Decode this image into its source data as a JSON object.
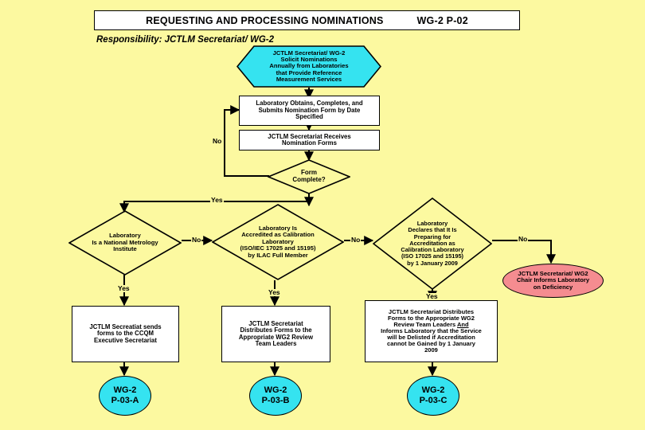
{
  "header": {
    "title": "REQUESTING AND PROCESSING NOMINATIONS",
    "code": "WG-2 P-02",
    "responsibility": "Responsibility:  JCTLM Secretariat/ WG-2"
  },
  "colors": {
    "background": "#FCF9A0",
    "process_fill": "#FFFFFF",
    "terminator_fill": "#35E3F0",
    "deficiency_fill": "#F58C90",
    "outline": "#000000"
  },
  "nodes": {
    "solicit": {
      "shape": "hexagon",
      "text": "JCTLM Secretariat/ WG-2 Solicit Nominations Annually from Laboratories that  Provide Reference Measurement Services",
      "lines": [
        "JCTLM Secretariat/ WG-2",
        "Solicit Nominations",
        "Annually from Laboratories",
        "that  Provide Reference",
        "Measurement Services"
      ]
    },
    "lab_submits": {
      "shape": "process",
      "lines": [
        "Laboratory Obtains, Completes, and",
        "Submits Nomination Form by Date",
        "Specified"
      ]
    },
    "secretariat_receives": {
      "shape": "process",
      "lines": [
        "JCTLM Secretariat Receives",
        "Nomination Forms"
      ]
    },
    "form_complete": {
      "shape": "decision",
      "lines": [
        "Form",
        "Complete?"
      ]
    },
    "is_nmi": {
      "shape": "decision",
      "lines": [
        "Laboratory",
        "Is a National Metrology",
        "Institute"
      ]
    },
    "is_accredited": {
      "shape": "decision",
      "lines": [
        "Laboratory Is",
        "Accredited as Calibration",
        "Laboratory",
        "(ISO/IEC 17025 and 15195)",
        "by ILAC Full Member"
      ]
    },
    "declares_preparing": {
      "shape": "decision",
      "lines": [
        "Laboratory",
        "Declares that It Is",
        "Preparing for",
        "Accreditation as",
        "Calibration Laboratory",
        "(ISO 17025 and 15195)",
        "by 1 January 2009"
      ]
    },
    "deficiency": {
      "shape": "rounded",
      "lines": [
        "JCTLM Secretariat/ WG2",
        "Chair Informs Laboratory",
        "on Deficiency"
      ]
    },
    "send_ccqm": {
      "shape": "process",
      "lines": [
        "JCTLM Secreatiat sends",
        "forms to the CCQM",
        "Executive Secretariat"
      ]
    },
    "distribute_wg2": {
      "shape": "process",
      "lines": [
        "JCTLM Secretariat",
        "Distributes Forms to the",
        "Appropriate WG2 Review",
        "Team Leaders"
      ]
    },
    "distribute_and_inform": {
      "shape": "process",
      "lines": [
        "JCTLM Secretariat Distributes",
        "Forms to the Appropriate WG2",
        "Review Team Leaders ",
        "And",
        "Informs Laboratory that the Service",
        "will be Delisted if Accreditation",
        "cannot be Gained by 1 January",
        "2009"
      ],
      "underlined_word": "And"
    },
    "out_a": {
      "shape": "terminator",
      "line1": "WG-2",
      "line2": "P-03-A"
    },
    "out_b": {
      "shape": "terminator",
      "line1": "WG-2",
      "line2": "P-03-B"
    },
    "out_c": {
      "shape": "terminator",
      "line1": "WG-2",
      "line2": "P-03-C"
    }
  },
  "edge_labels": {
    "form_no": "No",
    "form_yes": "Yes",
    "nmi_no": "No",
    "nmi_yes": "Yes",
    "accredited_no": "No",
    "accredited_yes": "Yes",
    "declares_no": "No",
    "declares_yes": "Yes"
  }
}
